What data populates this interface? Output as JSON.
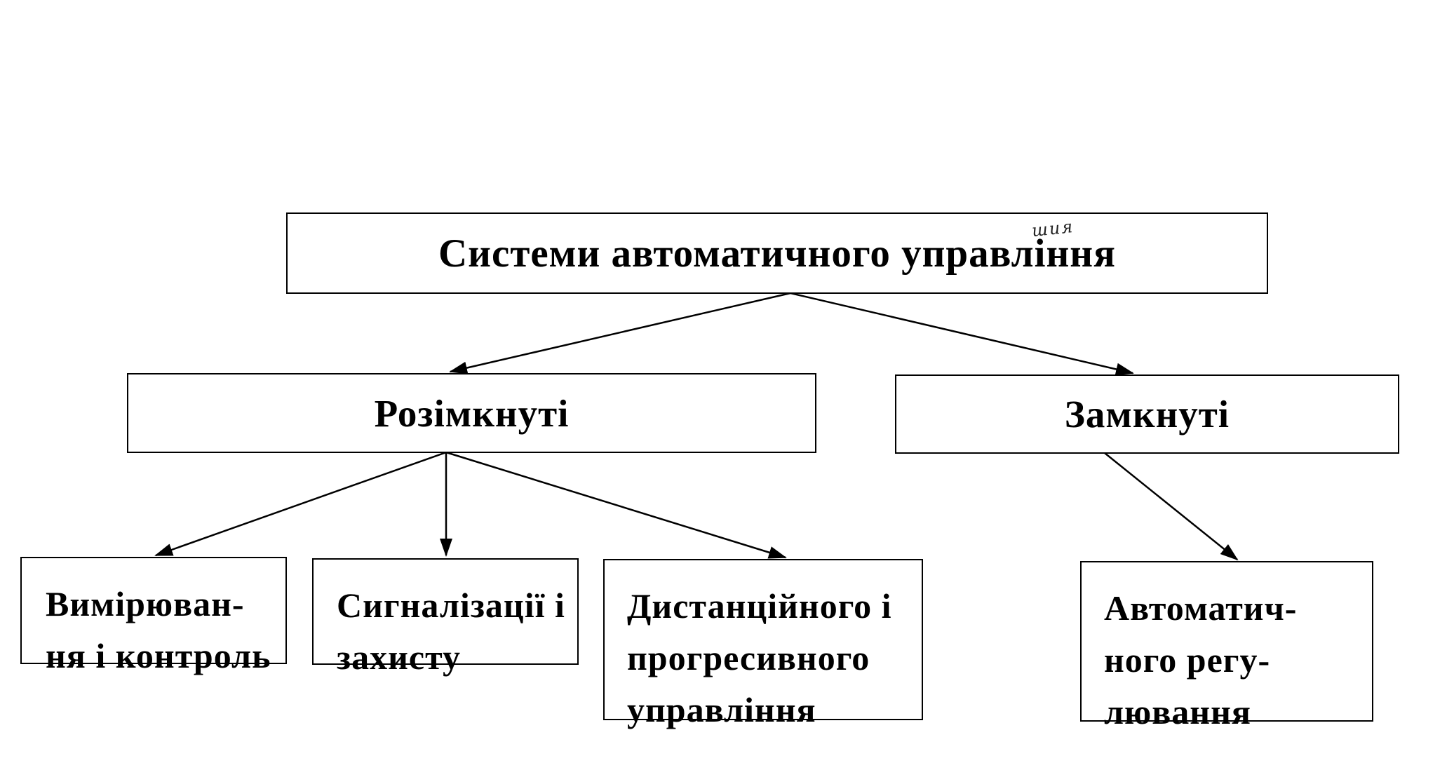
{
  "diagram": {
    "root": {
      "label": "Системи автоматичного управління"
    },
    "level2": {
      "open": {
        "label": "Розімкнуті"
      },
      "closed": {
        "label": "Замкнуті"
      }
    },
    "leaves": {
      "measurement": {
        "lines": [
          "Вимірюван-",
          "ня і контроль"
        ]
      },
      "signaling": {
        "lines": [
          "Сигналізації і",
          "захисту"
        ]
      },
      "remote": {
        "lines": [
          "Дистанційного і",
          "прогресивного",
          "управління"
        ]
      },
      "regulation": {
        "lines": [
          "Автоматич-",
          "ного регу-",
          "лювання"
        ]
      }
    },
    "handwritten_note": "шия"
  }
}
